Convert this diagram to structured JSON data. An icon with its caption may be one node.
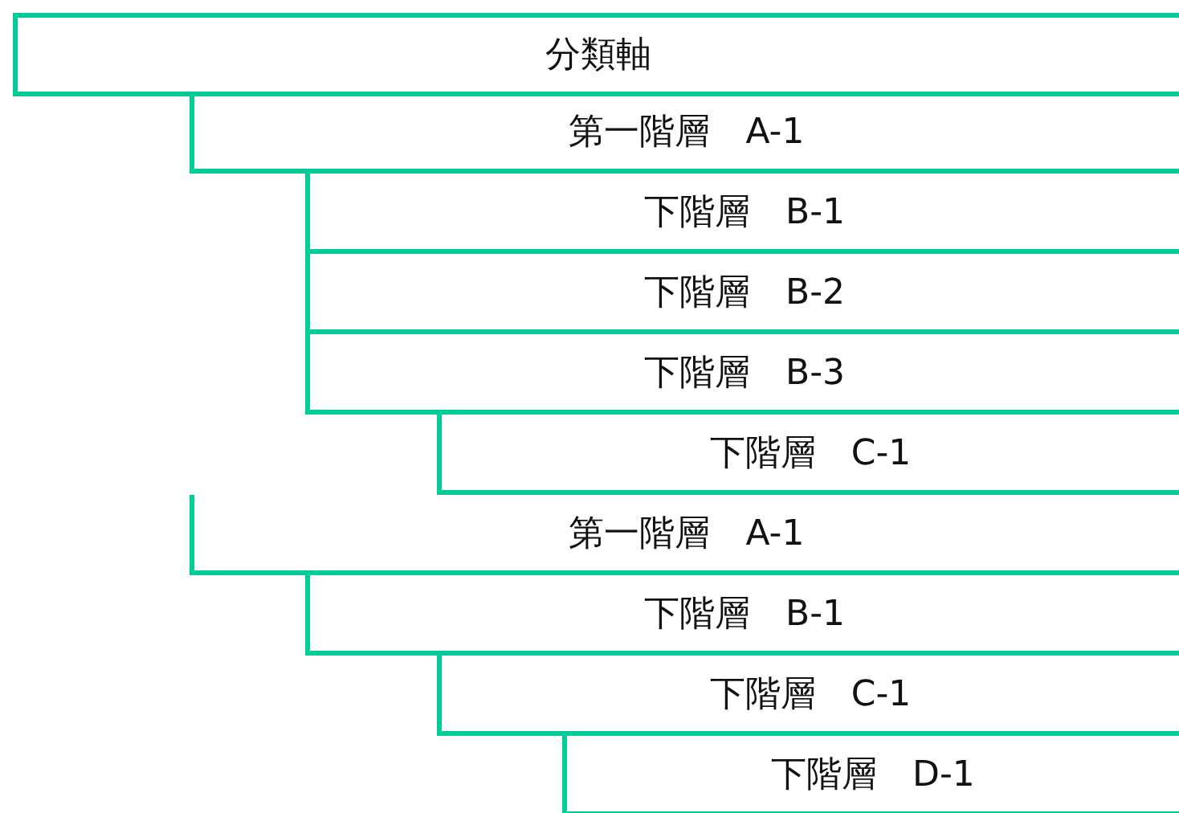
{
  "diagram": {
    "nodes": [
      {
        "text": [
          "分類軸"
        ]
      },
      {
        "text": [
          "第一階層　A-1"
        ]
      },
      {
        "text": [
          "下階層　B-1"
        ]
      },
      {
        "text": [
          "下階層　B-2"
        ]
      },
      {
        "text": [
          "下階層　B-3"
        ]
      },
      {
        "text": [
          "下階層　C-1"
        ]
      },
      {
        "text": [
          "第一階層　A-1"
        ]
      },
      {
        "text": [
          "下階層　B-1"
        ]
      },
      {
        "text": [
          "下階層　C-1"
        ]
      },
      {
        "text": [
          "下階層　D-1"
        ]
      }
    ]
  }
}
